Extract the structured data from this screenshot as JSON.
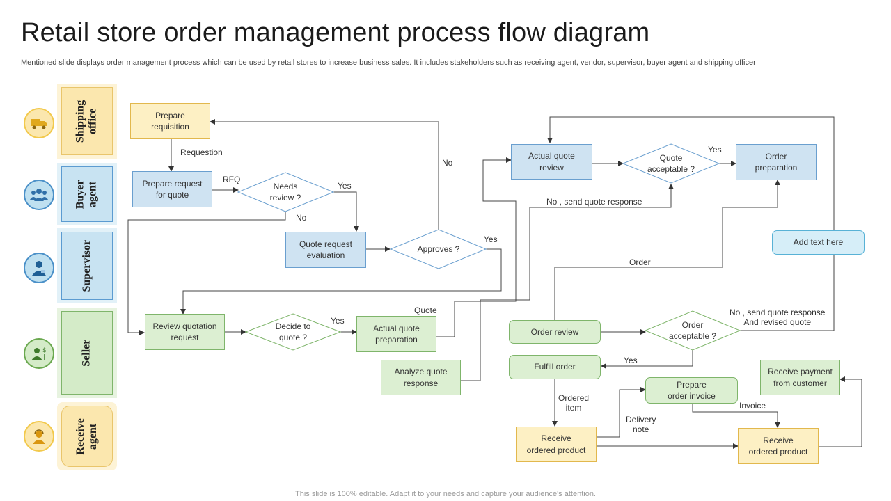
{
  "title": "Retail store order management process flow diagram",
  "subtitle": "Mentioned slide displays order management process which can be used by retail stores to increase business sales. It includes stakeholders such as receiving agent, vendor, supervisor, buyer agent and shipping officer",
  "footer": "This slide is 100% editable. Adapt it to your needs and capture your audience's attention.",
  "lanes": [
    {
      "line1": "Shipping",
      "line2": "office",
      "icon": "shipping-truck-icon",
      "color": "#f2c94c"
    },
    {
      "line1": "Buyer",
      "line2": "agent",
      "icon": "group-people-icon",
      "color": "#4a90c8"
    },
    {
      "line1": "Supervisor",
      "line2": "",
      "icon": "supervisor-icon",
      "color": "#4a90c8"
    },
    {
      "line1": "Seller",
      "line2": "",
      "icon": "seller-icon",
      "color": "#6aa84f"
    },
    {
      "line1": "Receive",
      "line2": "agent",
      "icon": "headset-agent-icon",
      "color": "#f2c94c"
    }
  ],
  "nodes": {
    "prepare_requisition": "Prepare\nrequisition",
    "prepare_request_quote": "Prepare  request\nfor quote",
    "needs_review": "Needs\nreview  ?",
    "quote_request_evaluation": "Quote request\nevaluation",
    "approves": "Approves  ?",
    "review_quotation_request": "Review  quotation\nrequest",
    "decide_to_quote": "Decide to\nquote  ?",
    "actual_quote_preparation": "Actual quote\npreparation",
    "analyze_quote_response": "Analyze quote\nresponse",
    "actual_quote_review": "Actual quote\nreview",
    "quote_acceptable": "Quote\nacceptable  ?",
    "order_preparation": "Order\npreparation",
    "add_text_here": "Add text here",
    "order_review": "Order  review",
    "order_acceptable": "Order\nacceptable  ?",
    "fulfill_order": "Fulfill order",
    "prepare_order_invoice": "Prepare\norder invoice",
    "receive_payment": "Receive  payment\nfrom customer",
    "receive_ordered_product_1": "Receive\nordered  product",
    "receive_ordered_product_2": "Receive\nordered  product"
  },
  "edge_labels": {
    "requestion": "Requestion",
    "rfq": "RFQ",
    "yes_needs": "Yes",
    "no_needs": "No",
    "no_approves": "No",
    "yes_approves": "Yes",
    "yes_decide": "Yes",
    "quote": "Quote",
    "no_send_quote_response": "No , send quote response",
    "yes_quote": "Yes",
    "order": "Order",
    "no_send_revised": "No , send quote response\nAnd revised quote",
    "yes_order": "Yes",
    "ordered_item": "Ordered\nitem",
    "delivery_note": "Delivery\nnote",
    "invoice": "Invoice"
  }
}
